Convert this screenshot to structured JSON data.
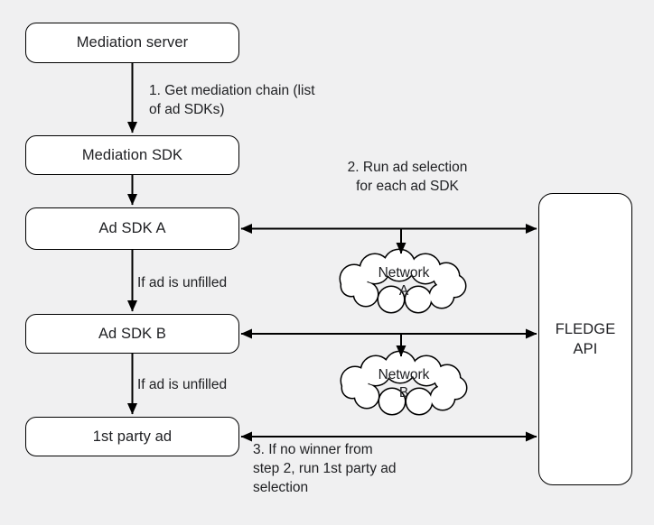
{
  "colors": {
    "background": "#f0f0f1",
    "node_fill": "#ffffff",
    "line": "#000000",
    "text": "#202124"
  },
  "nodes": {
    "mediation_server": {
      "label": "Mediation server"
    },
    "mediation_sdk": {
      "label": "Mediation SDK"
    },
    "ad_sdk_a": {
      "label": "Ad SDK A"
    },
    "ad_sdk_b": {
      "label": "Ad SDK B"
    },
    "first_party_ad": {
      "label": "1st party ad"
    },
    "fledge_api": {
      "line1": "FLEDGE",
      "line2": "API"
    }
  },
  "clouds": {
    "network_a": {
      "line1": "Network",
      "line2": "A"
    },
    "network_b": {
      "line1": "Network",
      "line2": "B"
    }
  },
  "annotations": {
    "step1": {
      "line1": "1. Get mediation chain (list",
      "line2": "of ad SDKs)"
    },
    "step2": {
      "line1": "2. Run ad selection",
      "line2": "for each ad SDK"
    },
    "unfilled_a": {
      "label": "If ad is unfilled"
    },
    "unfilled_b": {
      "label": "If ad is unfilled"
    },
    "step3": {
      "line1": "3. If no winner from",
      "line2": "step 2, run 1st party ad",
      "line3": "selection"
    }
  }
}
